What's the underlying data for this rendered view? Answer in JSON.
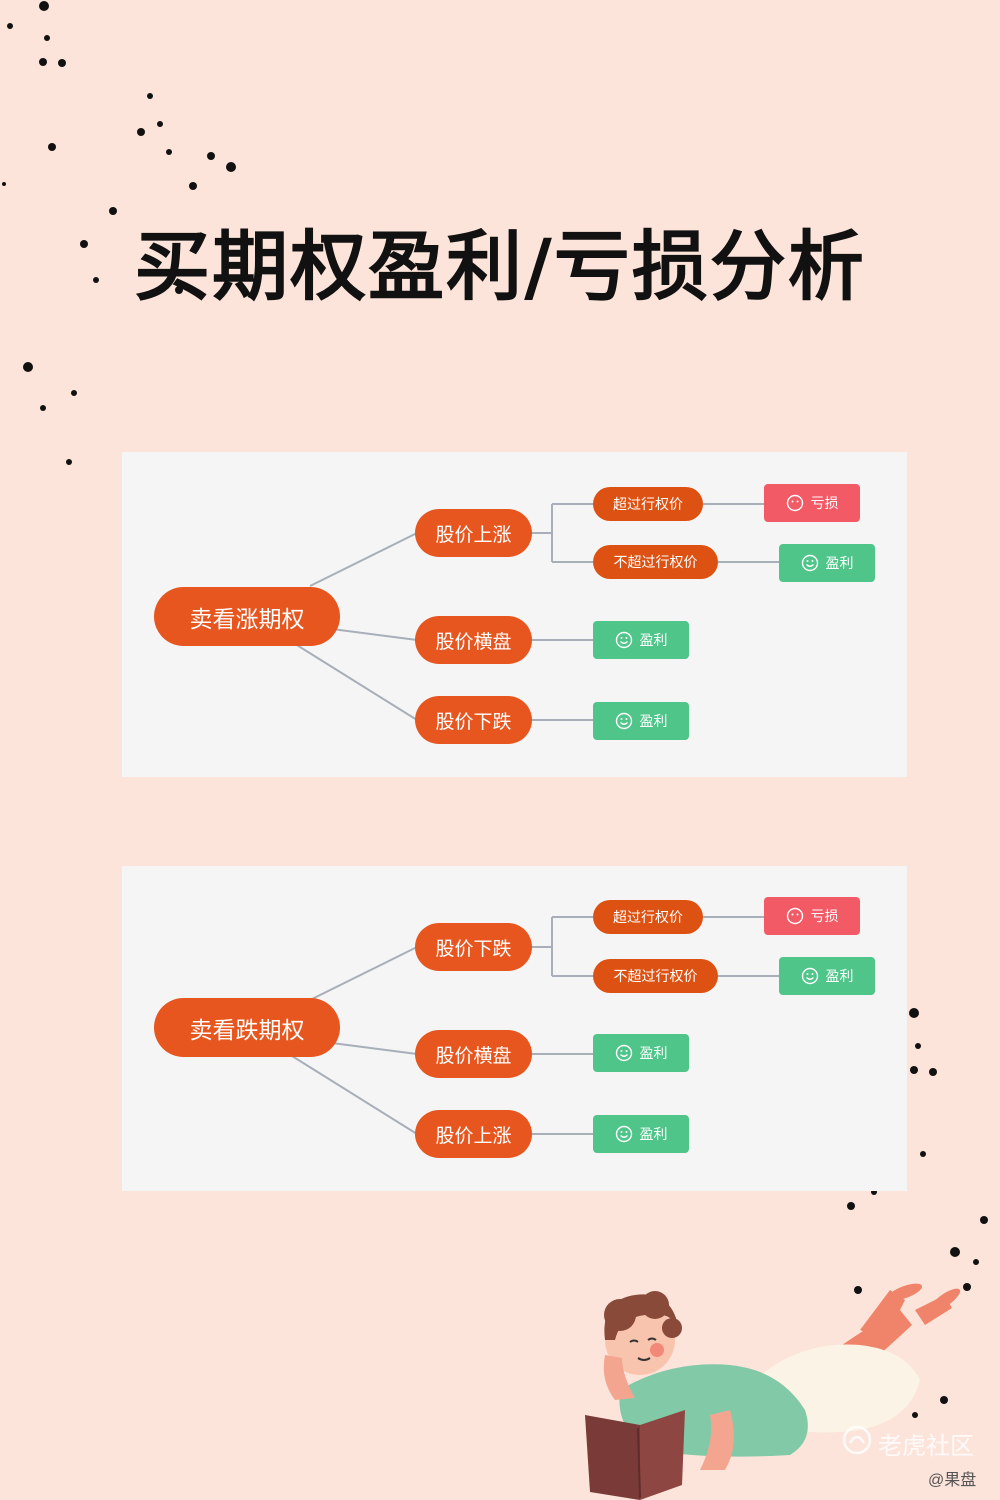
{
  "title": "买期权盈利/亏损分析",
  "colors": {
    "background": "#fde4da",
    "panel": "#f5f5f5",
    "node": "#e8561f",
    "profit": "#4fc58a",
    "loss": "#f25a66"
  },
  "diagrams": [
    {
      "root": "卖看涨期权",
      "branches": [
        {
          "label": "股价上涨",
          "children": [
            {
              "label": "超过行权价",
              "result": "亏损",
              "type": "loss",
              "icon": "sad-face-icon"
            },
            {
              "label": "不超过行权价",
              "result": "盈利",
              "type": "profit",
              "icon": "smile-face-icon"
            }
          ]
        },
        {
          "label": "股价横盘",
          "result": "盈利",
          "type": "profit",
          "icon": "smile-face-icon"
        },
        {
          "label": "股价下跌",
          "result": "盈利",
          "type": "profit",
          "icon": "smile-face-icon"
        }
      ]
    },
    {
      "root": "卖看跌期权",
      "branches": [
        {
          "label": "股价下跌",
          "children": [
            {
              "label": "超过行权价",
              "result": "亏损",
              "type": "loss",
              "icon": "sad-face-icon"
            },
            {
              "label": "不超过行权价",
              "result": "盈利",
              "type": "profit",
              "icon": "smile-face-icon"
            }
          ]
        },
        {
          "label": "股价横盘",
          "result": "盈利",
          "type": "profit",
          "icon": "smile-face-icon"
        },
        {
          "label": "股价上涨",
          "result": "盈利",
          "type": "profit",
          "icon": "smile-face-icon"
        }
      ]
    }
  ],
  "watermark": {
    "brand": "老虎社区",
    "user": "@果盘",
    "icon": "tiger-logo-icon"
  },
  "illustration": "reading-person-illustration"
}
